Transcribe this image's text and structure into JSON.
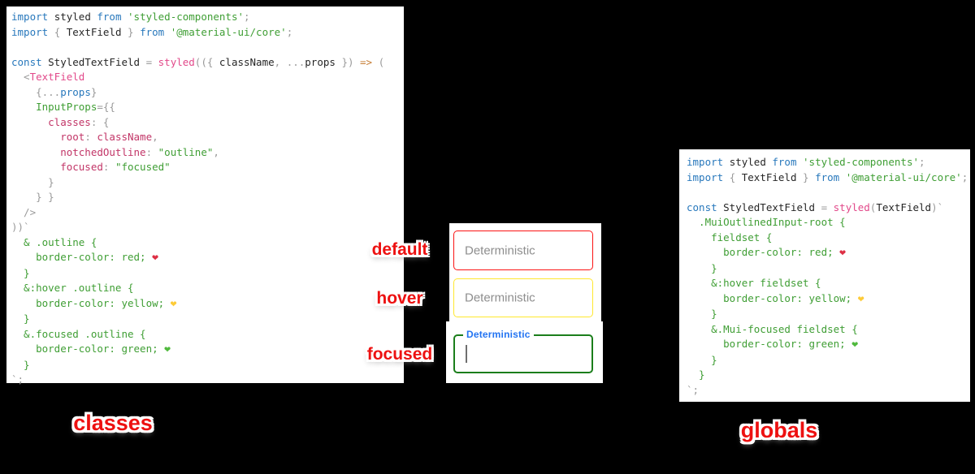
{
  "background": "#000000",
  "palette": {
    "blue": "#2878bc",
    "string": "#3f9e34",
    "pink": "#e2498a",
    "key": "#c23567",
    "orange": "#c67c33",
    "punct": "#9a9a9a",
    "ident": "#262626",
    "heart_red": "#dd2e44",
    "heart_yellow": "#fdcb38",
    "heart_green": "#4fb93c"
  },
  "left_code": {
    "lines": [
      [
        {
          "t": "import ",
          "c": "blue"
        },
        {
          "t": "styled ",
          "c": "ident"
        },
        {
          "t": "from ",
          "c": "blue"
        },
        {
          "t": "'styled-components'",
          "c": "string"
        },
        {
          "t": ";",
          "c": "punct"
        }
      ],
      [
        {
          "t": "import ",
          "c": "blue"
        },
        {
          "t": "{ ",
          "c": "punct"
        },
        {
          "t": "TextField",
          "c": "ident"
        },
        {
          "t": " } ",
          "c": "punct"
        },
        {
          "t": "from ",
          "c": "blue"
        },
        {
          "t": "'@material-ui/core'",
          "c": "string"
        },
        {
          "t": ";",
          "c": "punct"
        }
      ],
      [],
      [
        {
          "t": "const ",
          "c": "blue"
        },
        {
          "t": "StyledTextField ",
          "c": "ident"
        },
        {
          "t": "= ",
          "c": "punct"
        },
        {
          "t": "styled",
          "c": "pink"
        },
        {
          "t": "(({ ",
          "c": "punct"
        },
        {
          "t": "className",
          "c": "ident"
        },
        {
          "t": ", ...",
          "c": "punct"
        },
        {
          "t": "props",
          "c": "ident"
        },
        {
          "t": " }) ",
          "c": "punct"
        },
        {
          "t": "=>",
          "c": "orange"
        },
        {
          "t": " (",
          "c": "punct"
        }
      ],
      [
        {
          "t": "  <",
          "c": "punct"
        },
        {
          "t": "TextField",
          "c": "pink"
        }
      ],
      [
        {
          "t": "    {...",
          "c": "punct"
        },
        {
          "t": "props",
          "c": "blue"
        },
        {
          "t": "}",
          "c": "punct"
        }
      ],
      [
        {
          "t": "    InputProps",
          "c": "string"
        },
        {
          "t": "={{",
          "c": "punct"
        }
      ],
      [
        {
          "t": "      classes",
          "c": "key"
        },
        {
          "t": ": {",
          "c": "punct"
        }
      ],
      [
        {
          "t": "        root",
          "c": "key"
        },
        {
          "t": ": ",
          "c": "punct"
        },
        {
          "t": "className",
          "c": "key"
        },
        {
          "t": ",",
          "c": "punct"
        }
      ],
      [
        {
          "t": "        notchedOutline",
          "c": "key"
        },
        {
          "t": ": ",
          "c": "punct"
        },
        {
          "t": "\"outline\"",
          "c": "string"
        },
        {
          "t": ",",
          "c": "punct"
        }
      ],
      [
        {
          "t": "        focused",
          "c": "key"
        },
        {
          "t": ": ",
          "c": "punct"
        },
        {
          "t": "\"focused\"",
          "c": "string"
        }
      ],
      [
        {
          "t": "      }",
          "c": "punct"
        }
      ],
      [
        {
          "t": "    } }",
          "c": "punct"
        }
      ],
      [
        {
          "t": "  />",
          "c": "punct"
        }
      ],
      [
        {
          "t": "))`",
          "c": "punct"
        }
      ],
      [
        {
          "t": "  & .outline {",
          "c": "string"
        }
      ],
      [
        {
          "t": "    border-color: red; ",
          "c": "string"
        },
        {
          "t": "❤",
          "c": "heart_red"
        }
      ],
      [
        {
          "t": "  }",
          "c": "string"
        }
      ],
      [
        {
          "t": "  &:hover .outline {",
          "c": "string"
        }
      ],
      [
        {
          "t": "    border-color: yellow; ",
          "c": "string"
        },
        {
          "t": "❤",
          "c": "heart_yellow"
        }
      ],
      [
        {
          "t": "  }",
          "c": "string"
        }
      ],
      [
        {
          "t": "  &.focused .outline {",
          "c": "string"
        }
      ],
      [
        {
          "t": "    border-color: green; ",
          "c": "string"
        },
        {
          "t": "❤",
          "c": "heart_green"
        }
      ],
      [
        {
          "t": "  }",
          "c": "string"
        }
      ],
      [
        {
          "t": "`;",
          "c": "punct"
        }
      ]
    ]
  },
  "right_code": {
    "lines": [
      [
        {
          "t": "import ",
          "c": "blue"
        },
        {
          "t": "styled ",
          "c": "ident"
        },
        {
          "t": "from ",
          "c": "blue"
        },
        {
          "t": "'styled-components'",
          "c": "string"
        },
        {
          "t": ";",
          "c": "punct"
        }
      ],
      [
        {
          "t": "import ",
          "c": "blue"
        },
        {
          "t": "{ ",
          "c": "punct"
        },
        {
          "t": "TextField",
          "c": "ident"
        },
        {
          "t": " } ",
          "c": "punct"
        },
        {
          "t": "from ",
          "c": "blue"
        },
        {
          "t": "'@material-ui/core'",
          "c": "string"
        },
        {
          "t": ";",
          "c": "punct"
        }
      ],
      [],
      [
        {
          "t": "const ",
          "c": "blue"
        },
        {
          "t": "StyledTextField ",
          "c": "ident"
        },
        {
          "t": "= ",
          "c": "punct"
        },
        {
          "t": "styled",
          "c": "pink"
        },
        {
          "t": "(",
          "c": "punct"
        },
        {
          "t": "TextField",
          "c": "ident"
        },
        {
          "t": ")`",
          "c": "punct"
        }
      ],
      [
        {
          "t": "  .MuiOutlinedInput-root {",
          "c": "string"
        }
      ],
      [
        {
          "t": "    fieldset {",
          "c": "string"
        }
      ],
      [
        {
          "t": "      border-color: red; ",
          "c": "string"
        },
        {
          "t": "❤",
          "c": "heart_red"
        }
      ],
      [
        {
          "t": "    }",
          "c": "string"
        }
      ],
      [
        {
          "t": "    &:hover fieldset {",
          "c": "string"
        }
      ],
      [
        {
          "t": "      border-color: yellow; ",
          "c": "string"
        },
        {
          "t": "❤",
          "c": "heart_yellow"
        }
      ],
      [
        {
          "t": "    }",
          "c": "string"
        }
      ],
      [
        {
          "t": "    &.Mui-focused fieldset {",
          "c": "string"
        }
      ],
      [
        {
          "t": "      border-color: green; ",
          "c": "string"
        },
        {
          "t": "❤",
          "c": "heart_green"
        }
      ],
      [
        {
          "t": "    }",
          "c": "string"
        }
      ],
      [
        {
          "t": "  }",
          "c": "string"
        }
      ],
      [
        {
          "t": "`;",
          "c": "punct"
        }
      ]
    ]
  },
  "preview": {
    "fields": [
      {
        "state_label": "default",
        "placeholder": "Deterministic",
        "border_color": "#fb1313"
      },
      {
        "state_label": "hover",
        "placeholder": "Deterministic",
        "border_color": "#ffe72e"
      },
      {
        "state_label": "focused",
        "label": "Deterministic",
        "label_color": "#2374f2",
        "border_color": "#1b7e1b"
      }
    ]
  },
  "captions": {
    "left": "classes",
    "right": "globals",
    "color": "#ed1111"
  }
}
